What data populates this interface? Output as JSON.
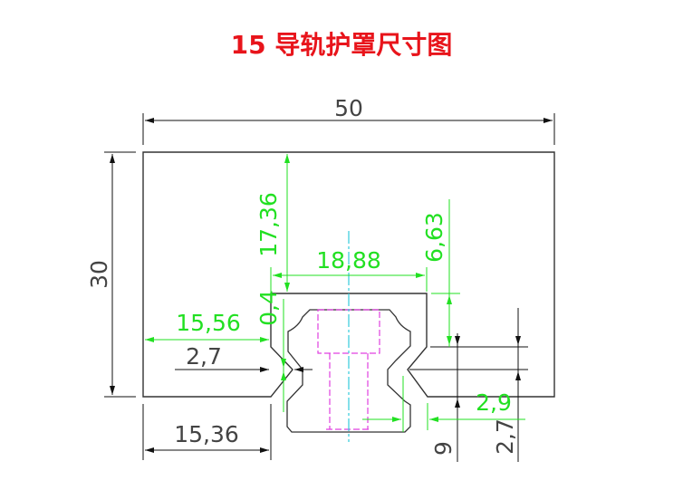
{
  "title": "15 导轨护罩尺寸图",
  "colors": {
    "title": "#e8141b",
    "dimension_green": "#22e022",
    "outline": "#333333",
    "bolt": "#e040e0",
    "centerline": "#33ccdd"
  },
  "dimensions": {
    "overall_width": "50",
    "overall_height": "30",
    "top_to_channel": "17,36",
    "channel_width": "18,88",
    "channel_depth": "6,63",
    "left_to_channel": "15,56",
    "gap": "0,4",
    "notch_depth": "2,7",
    "left_bottom_width": "15,36",
    "clearance": "2,9",
    "rail_offset": "9",
    "notch_height": "2,7"
  }
}
